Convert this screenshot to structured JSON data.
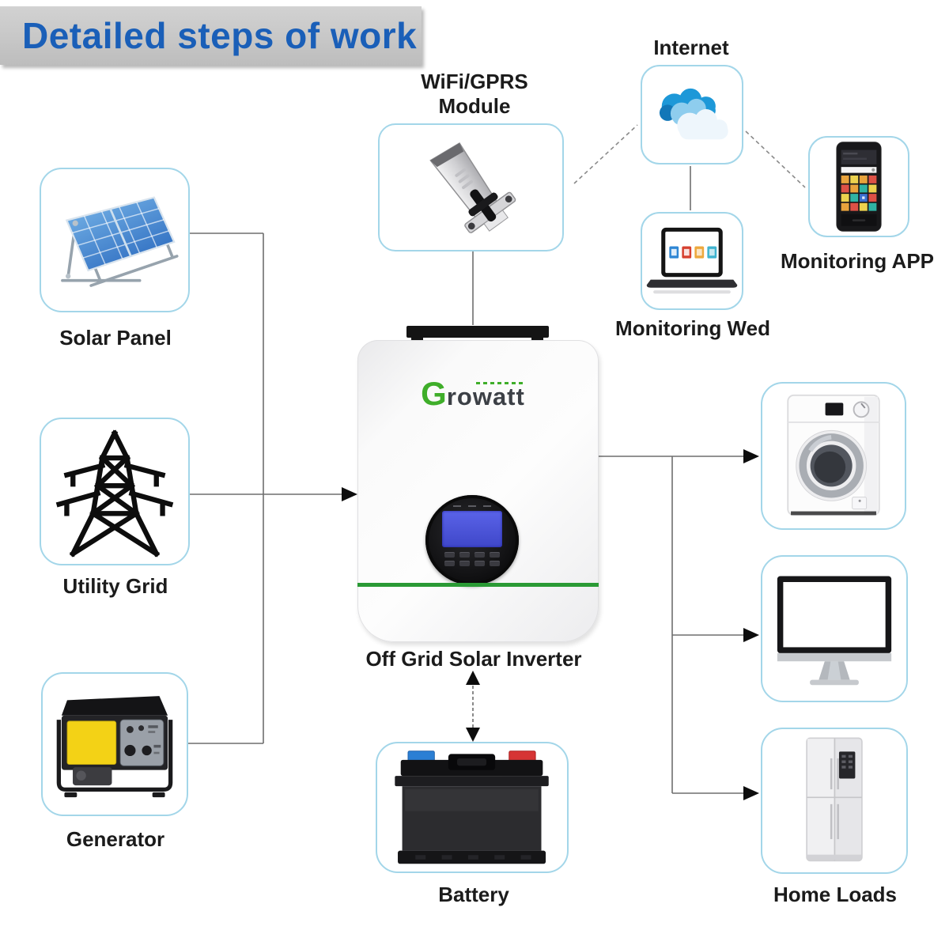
{
  "title": "Detailed steps of work",
  "colors": {
    "title_blue": "#1a5fb8",
    "box_border": "#a3d6e9",
    "growatt_green": "#3fae2a",
    "inverter_stripe_green": "#2a9a35",
    "lcd_blue": "#4a52d8",
    "battery_terminal_blue": "#2b7fd4",
    "battery_terminal_red": "#d63434",
    "connector_gray": "#6e6e6e"
  },
  "nodes": {
    "wifi_module": {
      "label_line1": "WiFi/GPRS",
      "label_line2": "Module",
      "icon": "wifi-gprs-module-icon"
    },
    "internet": {
      "label": "Internet",
      "icon": "cloud-icon"
    },
    "monitoring_app": {
      "label": "Monitoring APP",
      "icon": "smartphone-icon"
    },
    "monitoring_web": {
      "label": "Monitoring Wed",
      "icon": "laptop-icon"
    },
    "solar_panel": {
      "label": "Solar Panel",
      "icon": "solar-panel-icon"
    },
    "utility_grid": {
      "label": "Utility Grid",
      "icon": "transmission-tower-icon"
    },
    "generator": {
      "label": "Generator",
      "icon": "generator-icon"
    },
    "inverter": {
      "label": "Off Grid Solar Inverter",
      "brand_g": "G",
      "brand_rest": "rowatt"
    },
    "battery": {
      "label": "Battery",
      "icon": "battery-icon"
    },
    "home_loads": {
      "label": "Home Loads",
      "icons": [
        "washing-machine-icon",
        "monitor-icon",
        "refrigerator-icon"
      ]
    }
  }
}
